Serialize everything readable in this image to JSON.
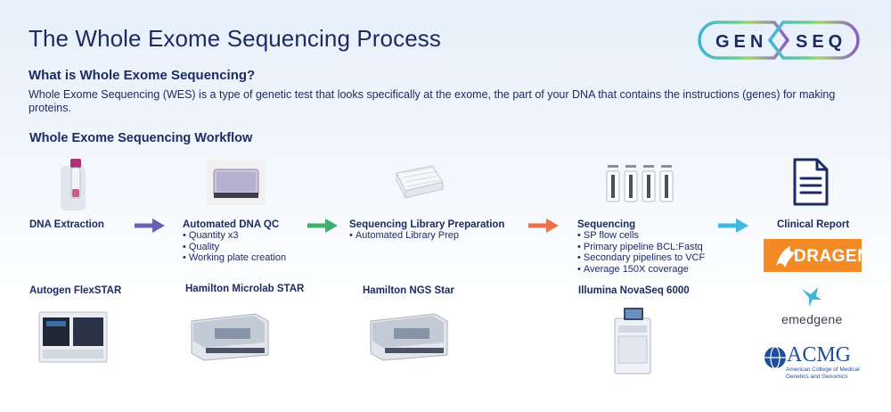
{
  "header": {
    "title": "The Whole Exome Sequencing Process",
    "logo_left": "GEN",
    "logo_right": "SEQ"
  },
  "intro": {
    "heading": "What is Whole Exome Sequencing?",
    "text": "Whole Exome Sequencing (WES) is a type of genetic test that looks specifically at the exome, the part of your DNA that contains the instructions (genes) for making proteins."
  },
  "workflow": {
    "heading": "Whole Exome Sequencing Workflow",
    "steps": [
      {
        "title": "DNA Extraction",
        "bullets": [],
        "instrument": "Autogen FlexSTAR"
      },
      {
        "title": "Automated DNA QC",
        "bullets": [
          "Quantity x3",
          "Quality",
          "Working plate creation"
        ],
        "instrument": "Hamilton Microlab STAR"
      },
      {
        "title": "Sequencing Library Preparation",
        "bullets": [
          "Automated Library Prep"
        ],
        "instrument": "Hamilton NGS Star"
      },
      {
        "title": "Sequencing",
        "bullets": [
          "SP flow cells",
          "Primary pipeline BCL:Fastq",
          "Secondary pipelines to VCF",
          "Average 150X coverage"
        ],
        "instrument": "Illumina NovaSeq 6000"
      },
      {
        "title": "Clinical Report",
        "bullets": [],
        "instrument": ""
      }
    ],
    "arrow_colors": [
      "#6b5fb5",
      "#3bb36a",
      "#ef7048",
      "#3fb8e3"
    ]
  },
  "partners": {
    "dragen": "DRAGEN",
    "emedgene": "emedgene",
    "acmg": "ACMG",
    "acmg_sub1": "American College of Medical",
    "acmg_sub2": "Genetics and Genomics"
  }
}
